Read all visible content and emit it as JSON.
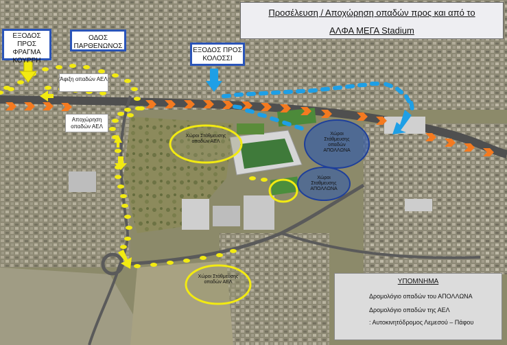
{
  "title": {
    "line1": "Προσέλευση / Αποχώρηση οπαδών προς και από το",
    "line2": "ΑΛΦΑ ΜΕΓΑ Stadium"
  },
  "exits": {
    "kourri": "ΕΞΟΔΟΣ ΠΡΟΣ ΦΡΑΓΜΑ ΚΟΥΡΡΗ",
    "parthenonos": "ΟΔΟΣ ΠΑΡΘΕΝΩΝΟΣ",
    "kolossi": "ΕΞΟΔΟΣ ΠΡΟΣ ΚΟΛΟΣΣΙ"
  },
  "notes": {
    "arrival_ael": "Άφιξη οπαδών ΑΕΛ",
    "departure_ael": "Αποχώρηση οπαδών ΑΕΛ"
  },
  "parking": {
    "ael_north": "Χώροι Στάθμευσης οπαδών ΑΕΛ",
    "ael_south": "Χώροι Στάθμευσης οπαδών ΑΕΛ",
    "apollon_large": "Χώροι Στάθμευσης οπαδών ΑΠΟΛΛΩΝΑ",
    "apollon_small": "Χώροι Σταθμευσης ΑΠΟΛΛΩΝΑ"
  },
  "legend": {
    "title": "ΥΠΟΜΝΗΜΑ",
    "apollon_route": "Δρομολόγιο οπαδών του ΑΠΟΛΛΩΝΑ",
    "ael_route": "Δρομολόγιο οπαδών της ΑΕΛ",
    "motorway": ": Αυτοκινητόδρομος Λεμεσού – Πάφου"
  },
  "colors": {
    "apollon_route": "#1e9fe6",
    "ael_route": "#f2ea12",
    "motorway": "#f47a20",
    "exit_border": "#2a54b8"
  }
}
